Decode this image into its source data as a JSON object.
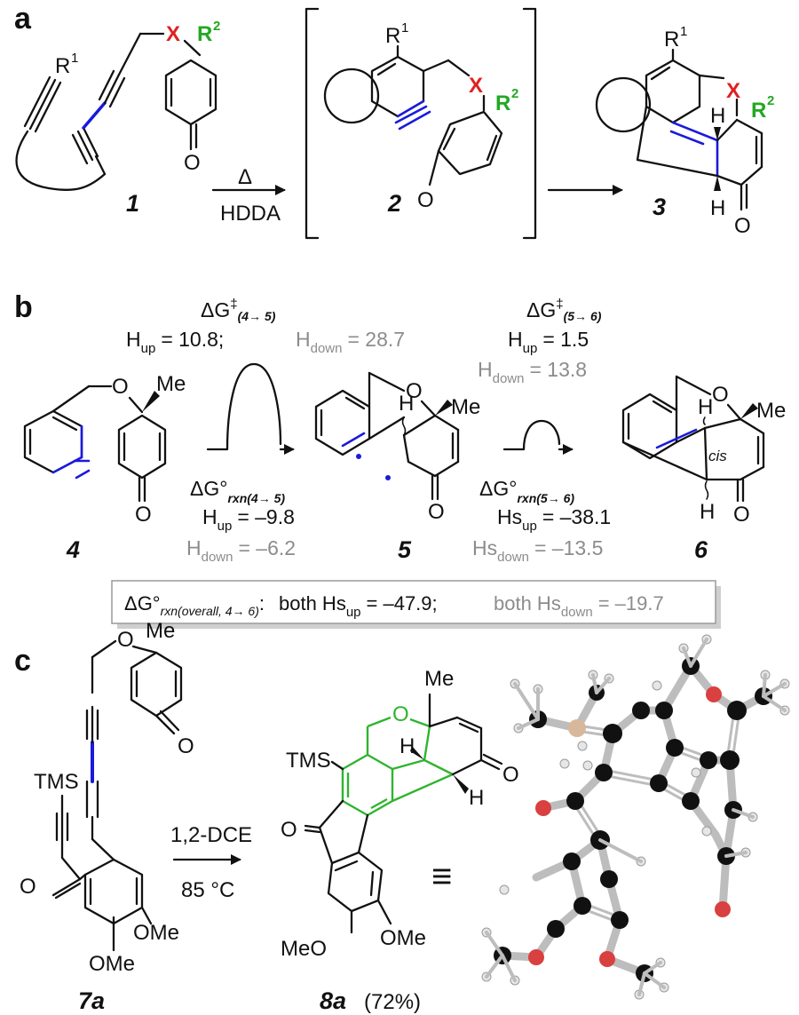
{
  "panels": {
    "a": "a",
    "b": "b",
    "c": "c"
  },
  "panel_a": {
    "compound_1": "1",
    "compound_2": "2",
    "compound_3": "3",
    "arrow_top": "Δ",
    "arrow_bottom": "HDDA",
    "r1": "R",
    "r1_sup": "1",
    "r2": "R",
    "r2_sup": "2",
    "x": "X",
    "oxygen": "O",
    "hydrogen": "H"
  },
  "panel_b": {
    "compound_4": "4",
    "compound_5": "5",
    "compound_6": "6",
    "me": "Me",
    "oxygen": "O",
    "hydrogen": "H",
    "cis": "cis",
    "dg_ts_label": "ΔG",
    "dg_ts_sup": "‡",
    "dg_ts_1_sub": "(4→ 5)",
    "dg_ts_2_sub": "(5→ 6)",
    "dg_rxn_label": "ΔG°",
    "dg_rxn_1_sub": "rxn(4→ 5)",
    "dg_rxn_2_sub": "rxn(5→ 6)",
    "ts1_up_label": "H",
    "ts1_up_sub": "up",
    "ts1_up_value": "= 10.8;",
    "ts1_down_label": "H",
    "ts1_down_sub": "down",
    "ts1_down_value": "= 28.7",
    "ts2_up_label": "H",
    "ts2_up_sub": "up",
    "ts2_up_value": "=  1.5",
    "ts2_down_label": "H",
    "ts2_down_sub": "down",
    "ts2_down_value": "= 13.8",
    "rxn1_up_label": "H",
    "rxn1_up_sub": "up",
    "rxn1_up_value": "= –9.8",
    "rxn1_down_label": "H",
    "rxn1_down_sub": "down",
    "rxn1_down_value": "= –6.2",
    "rxn2_up_label": "Hs",
    "rxn2_up_sub": "up",
    "rxn2_up_value": "= –38.1",
    "rxn2_down_label": "Hs",
    "rxn2_down_sub": "down",
    "rxn2_down_value": "= –13.5",
    "overall_label": "ΔG°",
    "overall_sub": "rxn(overall, 4→ 6)",
    "overall_colon": ":",
    "overall_up_text": "both Hs",
    "overall_up_sub": "up",
    "overall_up_value": "= –47.9;",
    "overall_down_text": "both Hs",
    "overall_down_sub": "down",
    "overall_down_value": "= –19.7"
  },
  "panel_c": {
    "compound_7a": "7a",
    "compound_8a": "8a",
    "yield": "(72%)",
    "tms": "TMS",
    "me": "Me",
    "ome": "OMe",
    "meo": "MeO",
    "oxygen": "O",
    "hydrogen": "H",
    "arrow_top": "1,2-DCE",
    "arrow_bottom": "85 °C",
    "equiv": "≡"
  },
  "colors": {
    "ink": "#111111",
    "x_red": "#e02020",
    "r2_green": "#22a822",
    "alkyne_blue": "#1a1adb",
    "down_grey": "#8c8c8c",
    "new_bonds_green": "#2fb42f",
    "carbon_atom": "#111111",
    "oxygen_atom": "#d94040",
    "silicon_atom": "#d8b89a",
    "hydrogen_atom": "#e6e6e6"
  }
}
